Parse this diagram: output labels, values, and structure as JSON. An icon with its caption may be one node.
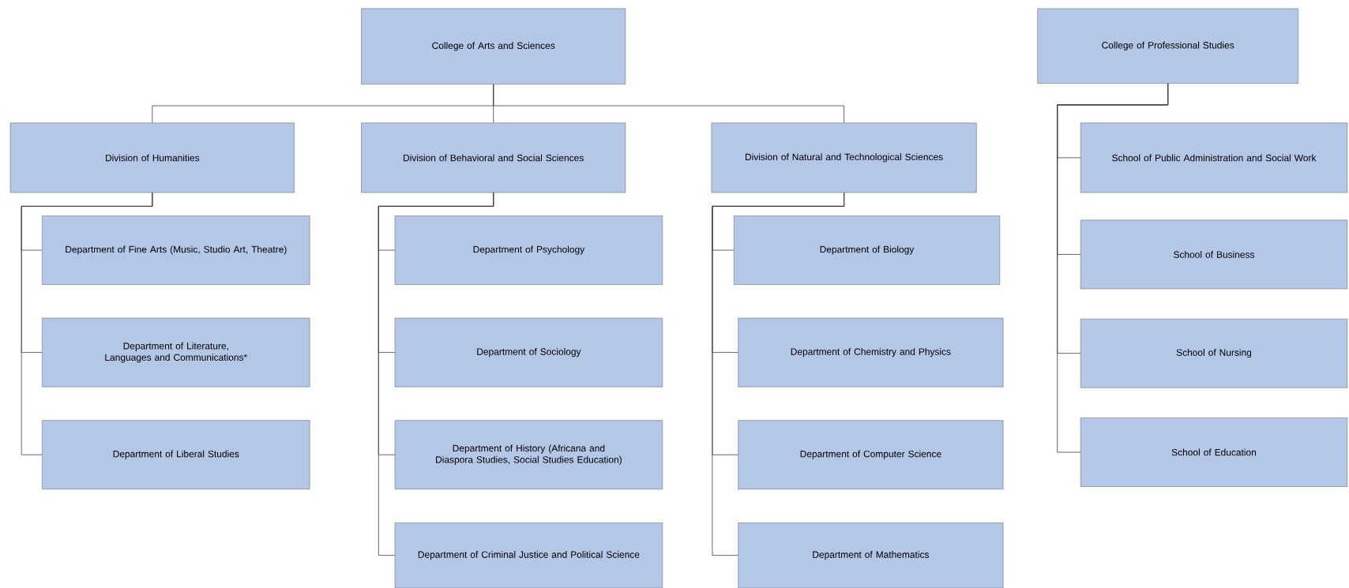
{
  "diagram": {
    "nodes": [
      {
        "text": [
          "College of Arts and Sciences"
        ]
      },
      {
        "text": [
          "Division of Humanities"
        ]
      },
      {
        "text": [
          "Division of Behavioral and Social Sciences"
        ]
      },
      {
        "text": [
          "Division of Natural and Technological Sciences"
        ]
      },
      {
        "text": [
          "Department of Fine Arts (Music, Studio Art, Theatre)"
        ]
      },
      {
        "text": [
          "Department of Literature, Languages and Communications*"
        ]
      },
      {
        "text": [
          "Department of Liberal Studies"
        ]
      },
      {
        "text": [
          "Department of Psychology"
        ]
      },
      {
        "text": [
          "Department of Sociology"
        ]
      },
      {
        "text": [
          "Department of History (Africana and Diaspora Studies, Social Studies Education)"
        ]
      },
      {
        "text": [
          "Department of Criminal Justice and Political Science"
        ]
      },
      {
        "text": [
          "Department of Biology"
        ]
      },
      {
        "text": [
          "Department of Chemistry and Physics"
        ]
      },
      {
        "text": [
          "Department of Computer Science"
        ]
      },
      {
        "text": [
          "Department of Mathematics"
        ]
      },
      {
        "text": [
          "College of Professional Studies"
        ]
      },
      {
        "text": [
          "School of Public Administration and Social Work"
        ]
      },
      {
        "text": [
          "School of Business"
        ]
      },
      {
        "text": [
          "School of Nursing"
        ]
      },
      {
        "text": [
          "School of Education"
        ]
      }
    ],
    "edges": [
      {
        "from": 0,
        "to": 1,
        "arrow": "none"
      },
      {
        "from": 0,
        "to": 2,
        "arrow": "none"
      },
      {
        "from": 0,
        "to": 3,
        "arrow": "none"
      },
      {
        "from": 1,
        "to": 4,
        "arrow": "none"
      },
      {
        "from": 1,
        "to": 5,
        "arrow": "none"
      },
      {
        "from": 1,
        "to": 6,
        "arrow": "none"
      },
      {
        "from": 2,
        "to": 7,
        "arrow": "none"
      },
      {
        "from": 2,
        "to": 8,
        "arrow": "none"
      },
      {
        "from": 2,
        "to": 9,
        "arrow": "none"
      },
      {
        "from": 2,
        "to": 10,
        "arrow": "none"
      },
      {
        "from": 3,
        "to": 11,
        "arrow": "none"
      },
      {
        "from": 3,
        "to": 12,
        "arrow": "none"
      },
      {
        "from": 3,
        "to": 13,
        "arrow": "none"
      },
      {
        "from": 3,
        "to": 14,
        "arrow": "none"
      },
      {
        "from": 15,
        "to": 16,
        "arrow": "none"
      },
      {
        "from": 15,
        "to": 17,
        "arrow": "none"
      },
      {
        "from": 15,
        "to": 18,
        "arrow": "none"
      },
      {
        "from": 15,
        "to": 19,
        "arrow": "none"
      }
    ]
  }
}
